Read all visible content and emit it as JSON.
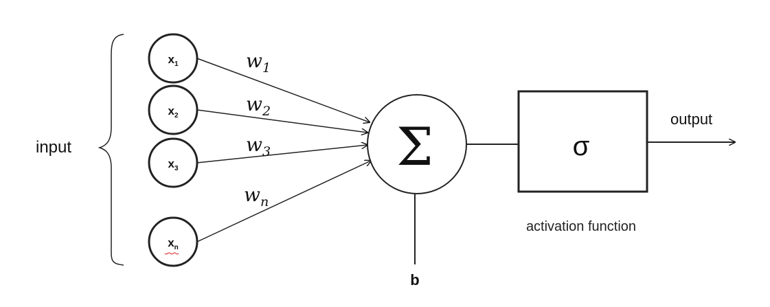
{
  "inputs": [
    {
      "label": "x",
      "sub": "1"
    },
    {
      "label": "x",
      "sub": "2"
    },
    {
      "label": "x",
      "sub": "3"
    },
    {
      "label": "x",
      "sub": "n"
    }
  ],
  "weights": [
    {
      "label": "w",
      "sub": "1"
    },
    {
      "label": "w",
      "sub": "2"
    },
    {
      "label": "w",
      "sub": "3"
    },
    {
      "label": "w",
      "sub": "n"
    }
  ],
  "input_label": "input",
  "sum_symbol": "Σ",
  "bias_label": "b",
  "activation_symbol": "σ",
  "activation_label": "activation function",
  "output_label": "output"
}
